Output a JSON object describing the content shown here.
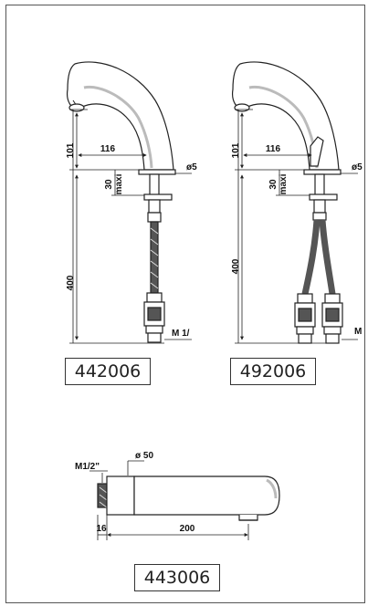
{
  "diagrams": [
    {
      "ref": "442006",
      "dims": {
        "spout_height": "101",
        "reach": "116",
        "base_diameter": "ø5",
        "max_thickness": "30",
        "max_label": "maxi",
        "hose_length": "400",
        "thread": "M 1/"
      }
    },
    {
      "ref": "492006",
      "dims": {
        "spout_height": "101",
        "reach": "116",
        "base_diameter": "ø5",
        "max_thickness": "30",
        "max_label": "maxi",
        "hose_length": "400",
        "thread": "M"
      }
    },
    {
      "ref": "443006",
      "dims": {
        "thread": "M1/2\"",
        "diameter": "ø 50",
        "offset": "16",
        "length": "200"
      }
    }
  ],
  "colors": {
    "line": "#222222",
    "body_fill": "#ffffff",
    "shade": "#bbbbbb"
  }
}
